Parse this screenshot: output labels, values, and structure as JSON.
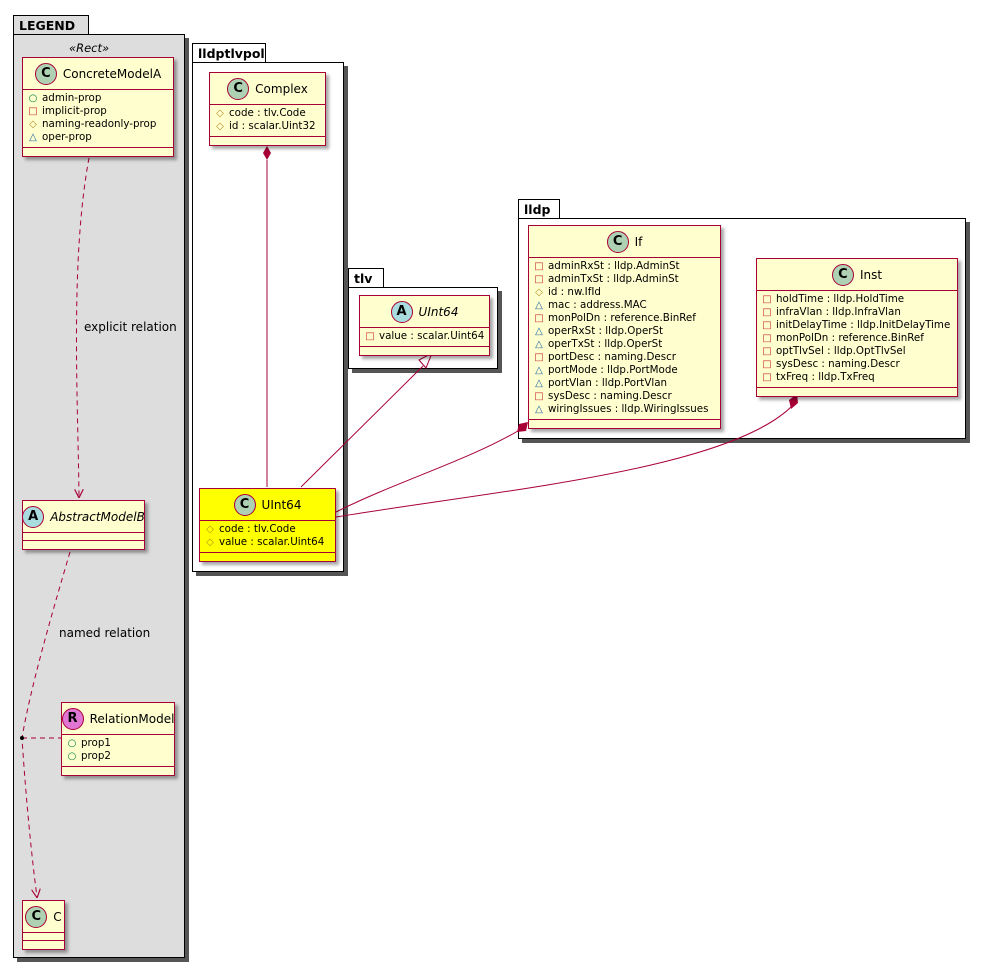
{
  "packages": {
    "legend": {
      "name": "LEGEND",
      "stereotype": "«Rect»"
    },
    "lldptlvpol": {
      "name": "lldptlvpol"
    },
    "tlv": {
      "name": "tlv"
    },
    "lldp": {
      "name": "lldp"
    }
  },
  "classes": {
    "concrete_model_a": {
      "name": "ConcreteModelA",
      "kind": "C",
      "attrs": [
        [
          "+",
          "admin-prop"
        ],
        [
          "-",
          "implicit-prop"
        ],
        [
          "#",
          "naming-readonly-prop"
        ],
        [
          "~",
          "oper-prop"
        ]
      ]
    },
    "abstract_model_b": {
      "name": "AbstractModelB",
      "kind": "A",
      "attrs": []
    },
    "relation_model": {
      "name": "RelationModel",
      "kind": "R",
      "attrs": [
        [
          "+",
          "prop1"
        ],
        [
          "+",
          "prop2"
        ]
      ]
    },
    "c": {
      "name": "C",
      "kind": "C",
      "attrs": []
    },
    "complex": {
      "name": "Complex",
      "kind": "C",
      "attrs": [
        [
          "#",
          "code : tlv.Code"
        ],
        [
          "#",
          "id : scalar.Uint32"
        ]
      ]
    },
    "uint64_pol": {
      "name": "UInt64",
      "kind": "C",
      "attrs": [
        [
          "#",
          "code : tlv.Code"
        ],
        [
          "#",
          "value : scalar.Uint64"
        ]
      ]
    },
    "uint64_tlv": {
      "name": "UInt64",
      "kind": "A",
      "attrs": [
        [
          "-",
          "value : scalar.Uint64"
        ]
      ]
    },
    "lldp_if": {
      "name": "If",
      "kind": "C",
      "attrs": [
        [
          "-",
          "adminRxSt : lldp.AdminSt"
        ],
        [
          "-",
          "adminTxSt : lldp.AdminSt"
        ],
        [
          "#",
          "id : nw.IfId"
        ],
        [
          "~",
          "mac : address.MAC"
        ],
        [
          "-",
          "monPolDn : reference.BinRef"
        ],
        [
          "~",
          "operRxSt : lldp.OperSt"
        ],
        [
          "~",
          "operTxSt : lldp.OperSt"
        ],
        [
          "-",
          "portDesc : naming.Descr"
        ],
        [
          "~",
          "portMode : lldp.PortMode"
        ],
        [
          "~",
          "portVlan : lldp.PortVlan"
        ],
        [
          "-",
          "sysDesc : naming.Descr"
        ],
        [
          "~",
          "wiringIssues : lldp.WiringIssues"
        ]
      ]
    },
    "lldp_inst": {
      "name": "Inst",
      "kind": "C",
      "attrs": [
        [
          "-",
          "holdTime : lldp.HoldTime"
        ],
        [
          "-",
          "infraVlan : lldp.InfraVlan"
        ],
        [
          "-",
          "initDelayTime : lldp.InitDelayTime"
        ],
        [
          "-",
          "monPolDn : reference.BinRef"
        ],
        [
          "-",
          "optTlvSel : lldp.OptTlvSel"
        ],
        [
          "-",
          "sysDesc : naming.Descr"
        ],
        [
          "-",
          "txFreq : lldp.TxFreq"
        ]
      ]
    }
  },
  "relations": {
    "explicit": "explicit relation",
    "named": "named relation"
  },
  "colors": {
    "class_fill": "#FEFECE",
    "class_border": "#A80036",
    "highlight_fill": "#FFFF00",
    "legend_fill": "#DDDDDD"
  }
}
